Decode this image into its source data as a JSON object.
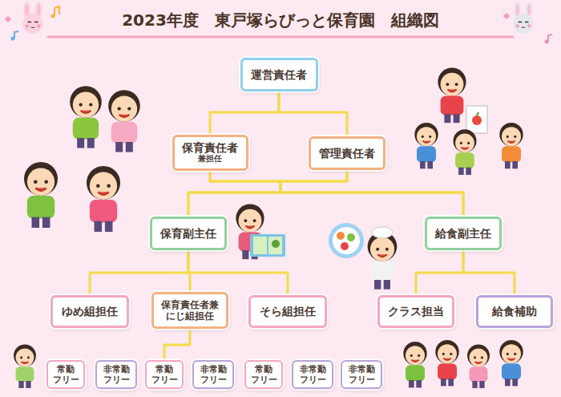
{
  "diagram": {
    "title": "2023年度　東戸塚らびっと保育園　組織図",
    "nodes": [
      {
        "text": [
          "運営責任者"
        ]
      },
      {
        "text": [
          "保育責任者",
          "兼担任"
        ]
      },
      {
        "text": [
          "管理責任者"
        ]
      },
      {
        "text": [
          "保育副主任"
        ]
      },
      {
        "text": [
          "給食副主任"
        ]
      },
      {
        "text": [
          "ゆめ組担任"
        ]
      },
      {
        "text": [
          "保育責任者兼 にじ組担任"
        ]
      },
      {
        "text": [
          "そら組担任"
        ]
      },
      {
        "text": [
          "クラス担当"
        ]
      },
      {
        "text": [
          "給食補助"
        ]
      },
      {
        "text": [
          "常勤 フリー"
        ]
      },
      {
        "text": [
          "非常勤 フリー"
        ]
      },
      {
        "text": [
          "常勤 フリー"
        ]
      },
      {
        "text": [
          "非常勤 フリー"
        ]
      },
      {
        "text": [
          "常勤 フリー"
        ]
      },
      {
        "text": [
          "非常勤 フリー"
        ]
      },
      {
        "text": [
          "非常勤 フリー"
        ]
      }
    ],
    "edges": [
      {
        "from": 0,
        "to": 1,
        "arrow": "none"
      },
      {
        "from": 0,
        "to": 2,
        "arrow": "none"
      },
      {
        "from": 1,
        "to": 3,
        "arrow": "none"
      },
      {
        "from": 1,
        "to": 4,
        "arrow": "none"
      },
      {
        "from": 2,
        "to": 3,
        "arrow": "none"
      },
      {
        "from": 2,
        "to": 4,
        "arrow": "none"
      },
      {
        "from": 3,
        "to": 5,
        "arrow": "none"
      },
      {
        "from": 3,
        "to": 6,
        "arrow": "none"
      },
      {
        "from": 3,
        "to": 7,
        "arrow": "none"
      },
      {
        "from": 4,
        "to": 8,
        "arrow": "none"
      },
      {
        "from": 4,
        "to": 9,
        "arrow": "none"
      },
      {
        "from": 6,
        "to": 12,
        "arrow": "none"
      }
    ]
  }
}
